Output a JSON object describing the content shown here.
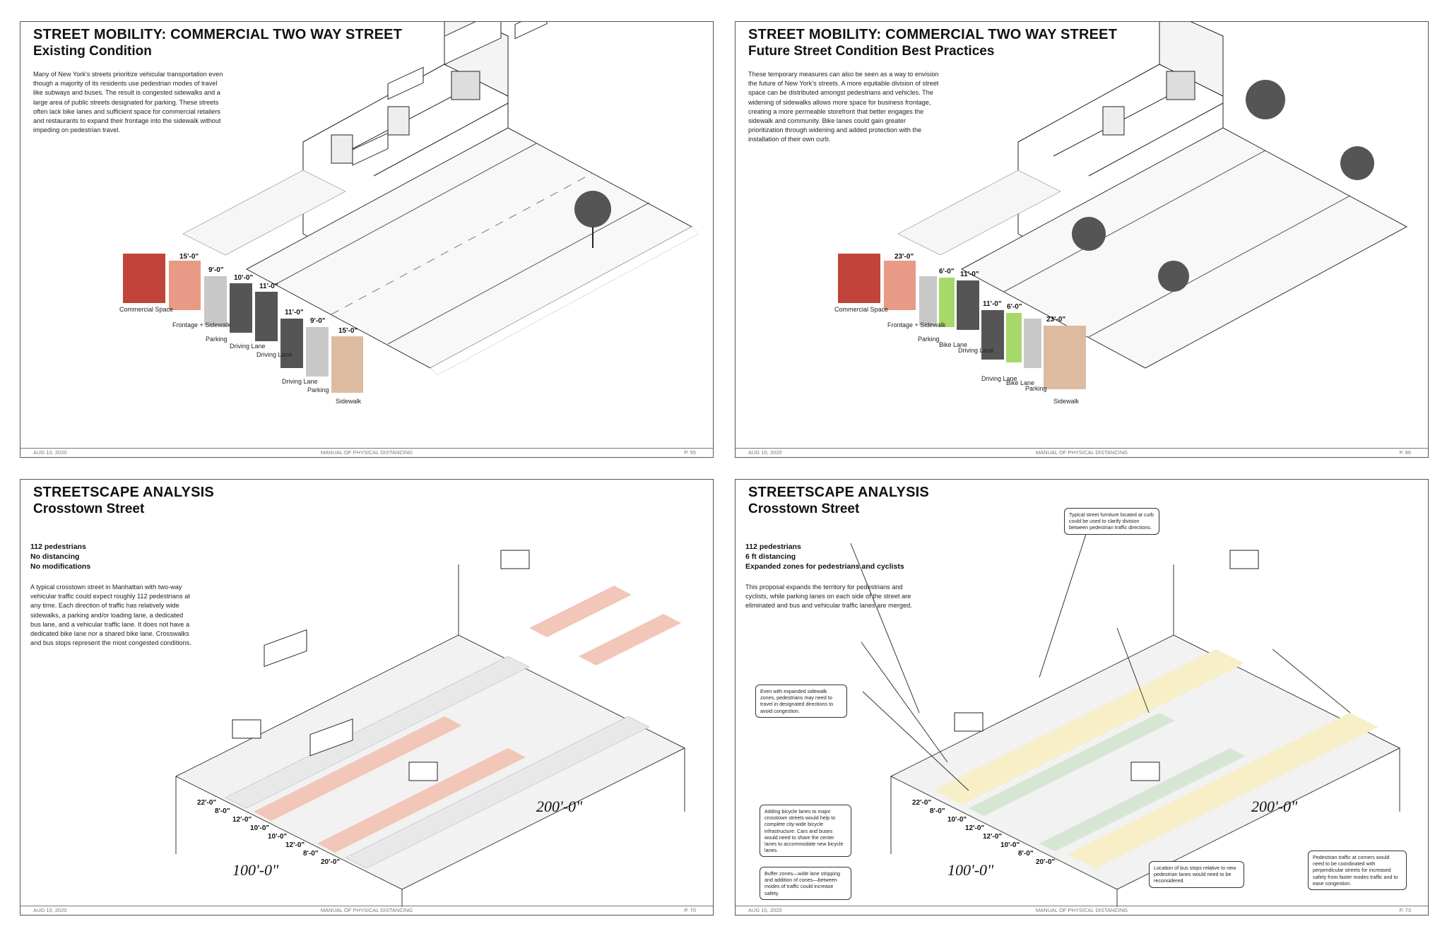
{
  "panels": [
    {
      "title": "STREET MOBILITY: COMMERCIAL TWO WAY STREET",
      "subtitle": "Existing Condition",
      "body": "Many of New York's streets prioritize vehicular transportation even though a majority of its residents use pedestrian modes of travel like subways and buses. The result is congested sidewalks and a large area of public streets designated for parking. These streets often lack bike lanes and sufficient space for commercial retailers and restaurants to expand their frontage into the sidewalk without impeding on pedestrian travel.",
      "date": "AUG 10, 2020",
      "manual": "MANUAL OF PHYSICAL DISTANCING",
      "page": "P. 95",
      "zones": [
        "Commercial Space",
        "Frontage + Sidewalk",
        "Parking",
        "Driving Lane",
        "Driving Lane",
        "Driving Lane",
        "Parking",
        "Sidewalk"
      ],
      "dims": [
        "15'-0\"",
        "9'-0\"",
        "10'-0\"",
        "11'-0\"",
        "11'-0\"",
        "9'-0\"",
        "15'-0\""
      ]
    },
    {
      "title": "STREET MOBILITY: COMMERCIAL TWO WAY STREET",
      "subtitle": "Future Street Condition Best Practices",
      "body": "These temporary measures can also be seen as a way to envision the future of New York's streets. A more equitable division of street space can be distributed amongst pedestrians and vehicles. The widening of sidewalks allows more space for business frontage, creating a more permeable storefront that better engages the sidewalk and community. Bike lanes could gain greater prioritization through widening and added protection with the installation of their own curb.",
      "date": "AUG 10, 2020",
      "manual": "MANUAL OF PHYSICAL DISTANCING",
      "page": "P. 96",
      "zones": [
        "Commercial Space",
        "Frontage + Sidewalk",
        "Parking",
        "Bike Lane",
        "Driving Lane",
        "Driving Lane",
        "Bike Lane",
        "Parking",
        "Sidewalk"
      ],
      "dims": [
        "23'-0\"",
        "6'-0\"",
        "11'-0\"",
        "11'-0\"",
        "6'-0\"",
        "23'-0\""
      ]
    },
    {
      "title": "STREETSCAPE ANALYSIS",
      "subtitle": "Crosstown Street",
      "stats": [
        "112 pedestrians",
        "No distancing",
        "No modifications"
      ],
      "body": "A typical crosstown street in Manhattan with two-way vehicular traffic could expect roughly 112 pedestrians at any time. Each direction of traffic has relatively wide sidewalks, a parking and/or loading lane, a dedicated bus lane, and a vehicular traffic lane. It does not have a dedicated bike lane nor a shared bike lane. Crosswalks and bus stops represent the most congested conditions.",
      "date": "AUG 10, 2020",
      "manual": "MANUAL OF PHYSICAL DISTANCING",
      "page": "P. 70",
      "dim_long": "200'-0\"",
      "dim_short": "100'-0\"",
      "dims": [
        "22'-0\"",
        "8'-0\"",
        "12'-0\"",
        "10'-0\"",
        "10'-0\"",
        "12'-0\"",
        "8'-0\"",
        "20'-0\""
      ]
    },
    {
      "title": "STREETSCAPE ANALYSIS",
      "subtitle": "Crosstown Street",
      "stats": [
        "112 pedestrians",
        "6 ft distancing",
        "Expanded zones for pedestrians and cyclists"
      ],
      "body": "This proposal expands the territory for pedestrians and cyclists, while parking lanes on each side of the street are eliminated and bus and vehicular traffic lanes are merged.",
      "date": "AUG 10, 2020",
      "manual": "MANUAL OF PHYSICAL DISTANCING",
      "page": "P. 73",
      "dim_long": "200'-0\"",
      "dim_short": "100'-0\"",
      "dims": [
        "22'-0\"",
        "8'-0\"",
        "10'-0\"",
        "12'-0\"",
        "12'-0\"",
        "10'-0\"",
        "8'-0\"",
        "20'-0\""
      ],
      "callouts": [
        "Typical street furniture located at curb could be used to clarify division between pedestrian traffic directions.",
        "Even with expanded sidewalk zones, pedestrians may need to travel in designated directions to avoid congestion.",
        "Adding bicycle lanes to major crosstown streets would help to complete city-wide bicycle infrastructure. Cars and buses would need to share the center lanes to accommodate new bicycle lanes.",
        "Buffer zones—wide lane stripping and addition of cones—between modes of traffic could increase safety.",
        "Location of bus stops relative to new pedestrian lanes would need to be reconsidered.",
        "Pedestrian traffic at corners would need to be coordinated with perpendicular streets for increased safety from faster modes traffic and to ease congestion."
      ]
    }
  ],
  "colors": {
    "commercial": "#c0443a",
    "frontage": "#e89a86",
    "parking": "#c8c8c8",
    "driving": "#555555",
    "bike": "#a6d96a",
    "sidewalk": "#dcbba0",
    "bus_lane": "#f2c6b8",
    "ped_zone": "#f6efc8",
    "green_zone": "#d7e6d2"
  }
}
